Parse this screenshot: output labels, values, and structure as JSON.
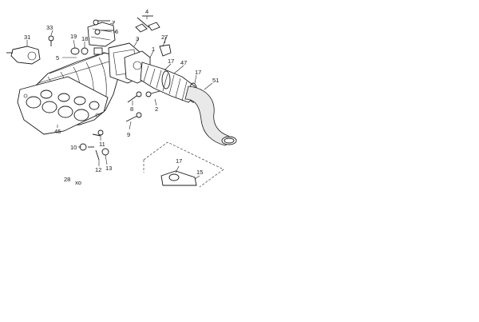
{
  "labels": {
    "l4": "4",
    "l7": "7",
    "l6": "6",
    "l3": "3",
    "l27": "27",
    "l33": "33",
    "l31": "31",
    "l19": "19",
    "l18": "18",
    "l5": "5",
    "l47": "47",
    "l17a": "17",
    "l17b": "17",
    "l51": "51",
    "l1": "1",
    "l2": "2",
    "l8": "8",
    "l9": "9",
    "l45": "45",
    "l11": "11",
    "l10": "10",
    "l12": "12",
    "l13": "13",
    "l28": "28",
    "lxo": "xo",
    "l17c": "17",
    "l15": "15"
  },
  "colors": {
    "line": "#1a1a1a",
    "background": "#ffffff",
    "shading": "#e9e9e9"
  }
}
